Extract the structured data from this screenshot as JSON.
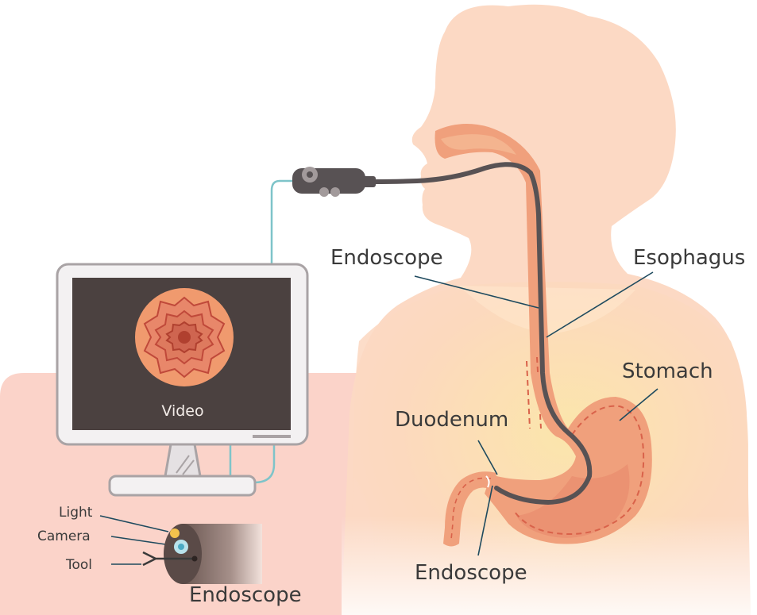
{
  "labels": {
    "video": "Video",
    "endoscope_upper": "Endoscope",
    "esophagus": "Esophagus",
    "stomach": "Stomach",
    "duodenum": "Duodenum",
    "endoscope_lower": "Endoscope",
    "light": "Light",
    "camera": "Camera",
    "tool": "Tool",
    "endoscope_tip": "Endoscope"
  },
  "colors": {
    "body_skin": "#fcd9c4",
    "torso_glow": "#fbe7b0",
    "backdrop_panel": "#fbd3c9",
    "organ_fill": "#f0a07c",
    "organ_inner": "#e8876a",
    "organ_dash": "#d9624a",
    "scope_tube": "#585254",
    "screen": "#4b4140",
    "cable": "#7ec4c9",
    "leader_line": "#1e4a5e"
  },
  "icons": {
    "screen_image": "endoscopic-view-icon",
    "control_handle": "endoscope-handle-icon",
    "tip_camera": "camera-lens-icon",
    "tip_light": "light-icon",
    "tip_tool": "forceps-icon"
  }
}
